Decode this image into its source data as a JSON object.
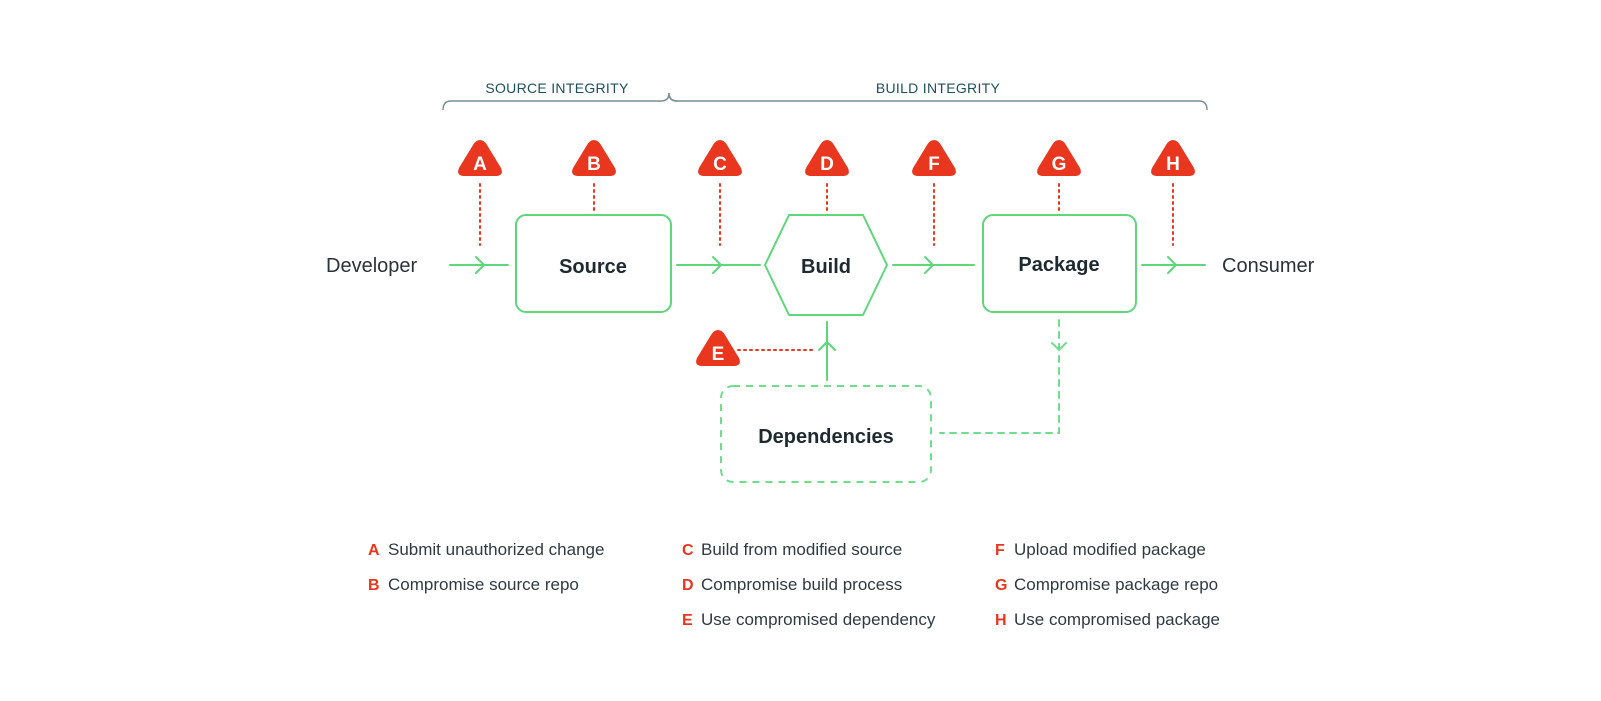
{
  "colors": {
    "threat": "#e8361f",
    "flow": "#5fd67c",
    "flow_dashed": "#72dc8e",
    "bracket": "#7a8e96",
    "text_dark": "#1e2a2f"
  },
  "brackets": {
    "source": "SOURCE INTEGRITY",
    "build": "BUILD INTEGRITY"
  },
  "actors": {
    "developer": "Developer",
    "consumer": "Consumer"
  },
  "nodes": {
    "source": "Source",
    "build": "Build",
    "package": "Package",
    "dependencies": "Dependencies"
  },
  "threats": [
    {
      "letter": "A",
      "text": "Submit unauthorized change"
    },
    {
      "letter": "B",
      "text": "Compromise source repo"
    },
    {
      "letter": "C",
      "text": "Build from modified source"
    },
    {
      "letter": "D",
      "text": "Compromise build process"
    },
    {
      "letter": "E",
      "text": "Use compromised dependency"
    },
    {
      "letter": "F",
      "text": "Upload modified package"
    },
    {
      "letter": "G",
      "text": "Compromise package repo"
    },
    {
      "letter": "H",
      "text": "Use compromised package"
    }
  ]
}
